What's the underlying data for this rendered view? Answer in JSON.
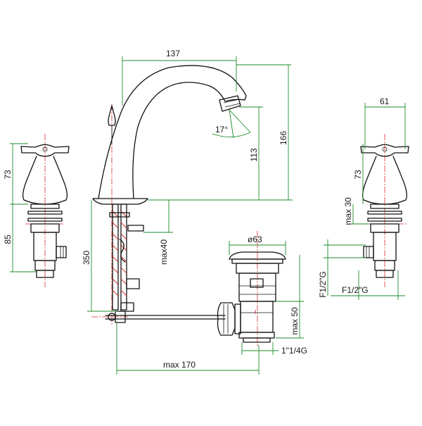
{
  "colors": {
    "outline": "#111111",
    "dimension": "#1d8a2a",
    "axis": "#d42a2a",
    "background": "#ffffff"
  },
  "dimensions": {
    "spout_reach": "137",
    "faucet_height": "166",
    "spout_height": "113",
    "spout_angle": "17°",
    "handle_height": "73",
    "valve_body_height": "85",
    "mount_depth": "350",
    "deck_max": "max40",
    "drain_diameter": "ø63",
    "drain_max_height": "max 50",
    "drain_thread": "1\"1/4G",
    "connection_thread_vertical": "F1/2\"G",
    "connection_thread_horizontal": "F1/2\"G",
    "rod_max_length": "max 170",
    "right_handle_width": "61",
    "right_handle_height": "73",
    "right_deck_max": "max 30"
  }
}
